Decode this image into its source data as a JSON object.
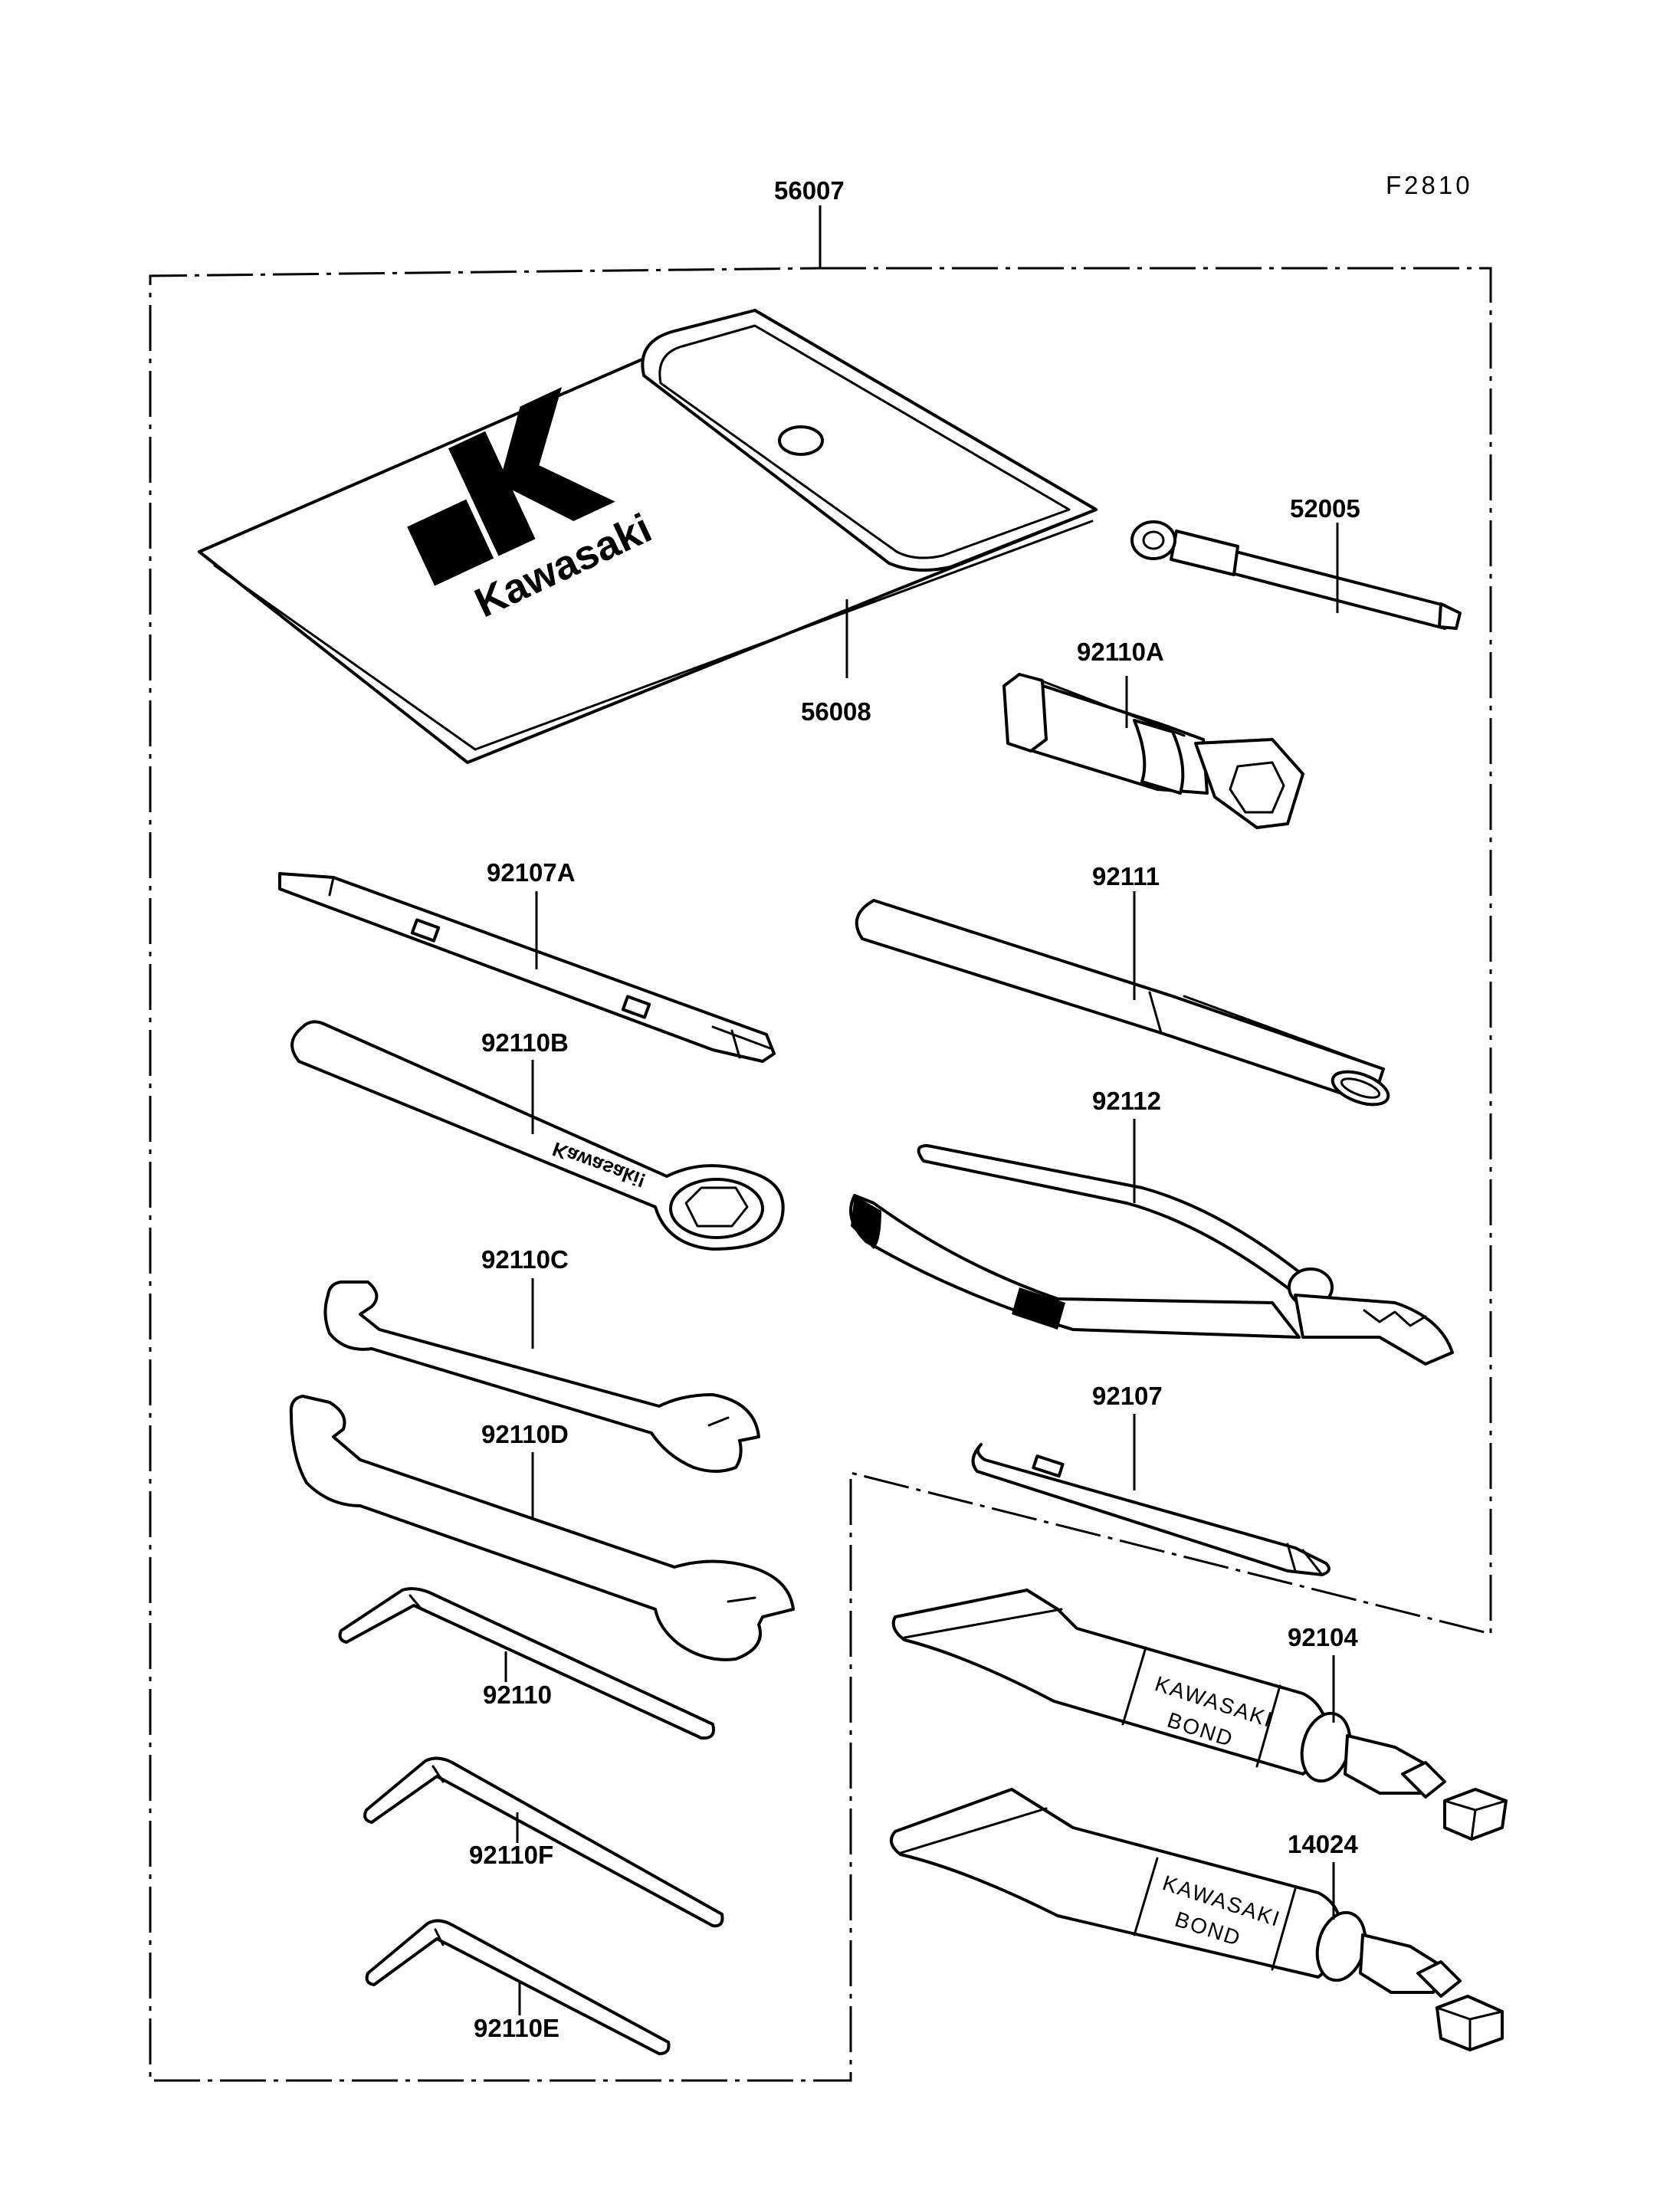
{
  "figure_code": "F2810",
  "brand": {
    "name": "Kawasaki",
    "reversed": "Kawasaki!"
  },
  "tube_labels": [
    "KAWASAKI",
    "BOND"
  ],
  "callouts": {
    "kit": "56007",
    "pouch": "56008",
    "tool_52005": "52005",
    "tool_92110A": "92110A",
    "tool_92107A": "92107A",
    "tool_92111": "92111",
    "tool_92110B": "92110B",
    "tool_92112": "92112",
    "tool_92110C": "92110C",
    "tool_92107": "92107",
    "tool_92110D": "92110D",
    "tool_92104": "92104",
    "tool_92110": "92110",
    "tool_14024": "14024",
    "tool_92110F": "92110F",
    "tool_92110E": "92110E"
  }
}
